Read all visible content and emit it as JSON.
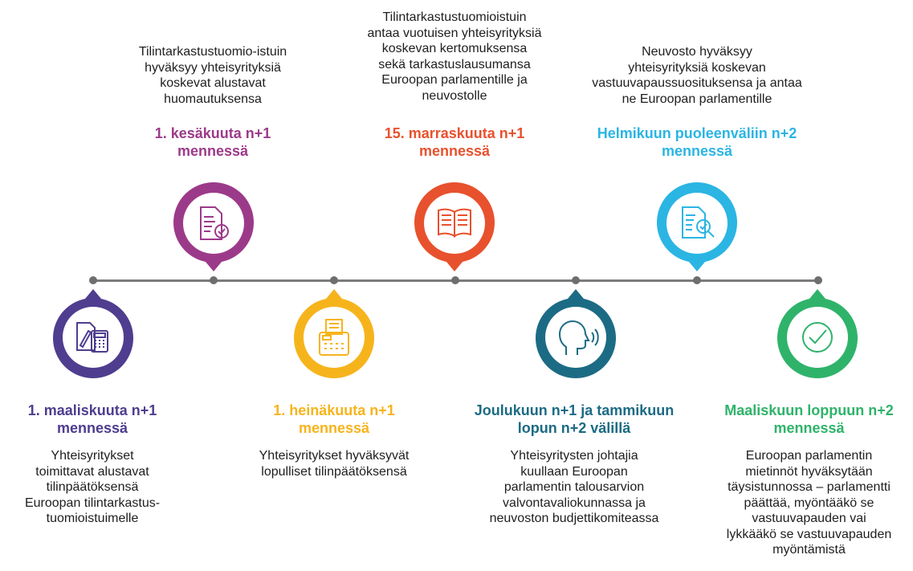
{
  "milestones": [
    {
      "id": "m1",
      "position": "below",
      "color": "#4f3d8f",
      "icon": "document-calculator-icon",
      "heading": "1. maaliskuuta n+1\nmennessä",
      "description": "Yhteisyritykset\ntoimittavat alustavat\ntilinpäätöksensä\nEuroopan tilintarkastus-\ntuomioistuimelle"
    },
    {
      "id": "m2",
      "position": "above",
      "color": "#9c3a8a",
      "icon": "document-check-icon",
      "heading": "1. kesäkuuta n+1\nmennessä",
      "description": "Tilintarkastustuomio-istuin\nhyväksyy yhteisyrityksiä\nkoskevat alustavat\nhuomautuksensa"
    },
    {
      "id": "m3",
      "position": "below",
      "color": "#f6b41c",
      "icon": "calculator-receipt-icon",
      "heading": "1. heinäkuuta n+1\nmennessä",
      "description": "Yhteisyritykset hyväksyvät\nlopulliset tilinpäätöksensä"
    },
    {
      "id": "m4",
      "position": "above",
      "color": "#e8512d",
      "icon": "open-book-icon",
      "heading": "15. marraskuuta n+1\nmennessä",
      "description": "Tilintarkastustuomioistuin\nantaa vuotuisen yhteisyrityksiä\nkoskevan kertomuksensa\nsekä tarkastuslausumansa\nEuroopan parlamentille ja\nneuvostolle"
    },
    {
      "id": "m5",
      "position": "below",
      "color": "#1c6b84",
      "icon": "speaking-head-icon",
      "heading": "Joulukuun n+1 ja tammikuun\nlopun n+2 välillä",
      "description": "Yhteisyritysten johtajia\nkuullaan Euroopan\nparlamentin talousarvion\nvalvontavaliokunnassa ja\nneuvoston budjettikomiteassa"
    },
    {
      "id": "m6",
      "position": "above",
      "color": "#2bb5e3",
      "icon": "document-magnifier-icon",
      "heading": "Helmikuun puoleenväliin n+2\nmennessä",
      "description": "Neuvosto hyväksyy\nyhteisyrityksiä koskevan\nvastuuvapaussuosituksensa ja antaa\nne Euroopan parlamentille"
    },
    {
      "id": "m7",
      "position": "below",
      "color": "#2fb36a",
      "icon": "check-circle-icon",
      "heading": "Maaliskuun loppuun n+2\nmennessä",
      "description": "Euroopan parlamentin\nmietinnöt hyväksytään\ntäysistunnossa – parlamentti\npäättää, myöntääkö se\nvastuuvapauden vai\nlykkääkö se vastuuvapauden\nmyöntämistä"
    }
  ]
}
